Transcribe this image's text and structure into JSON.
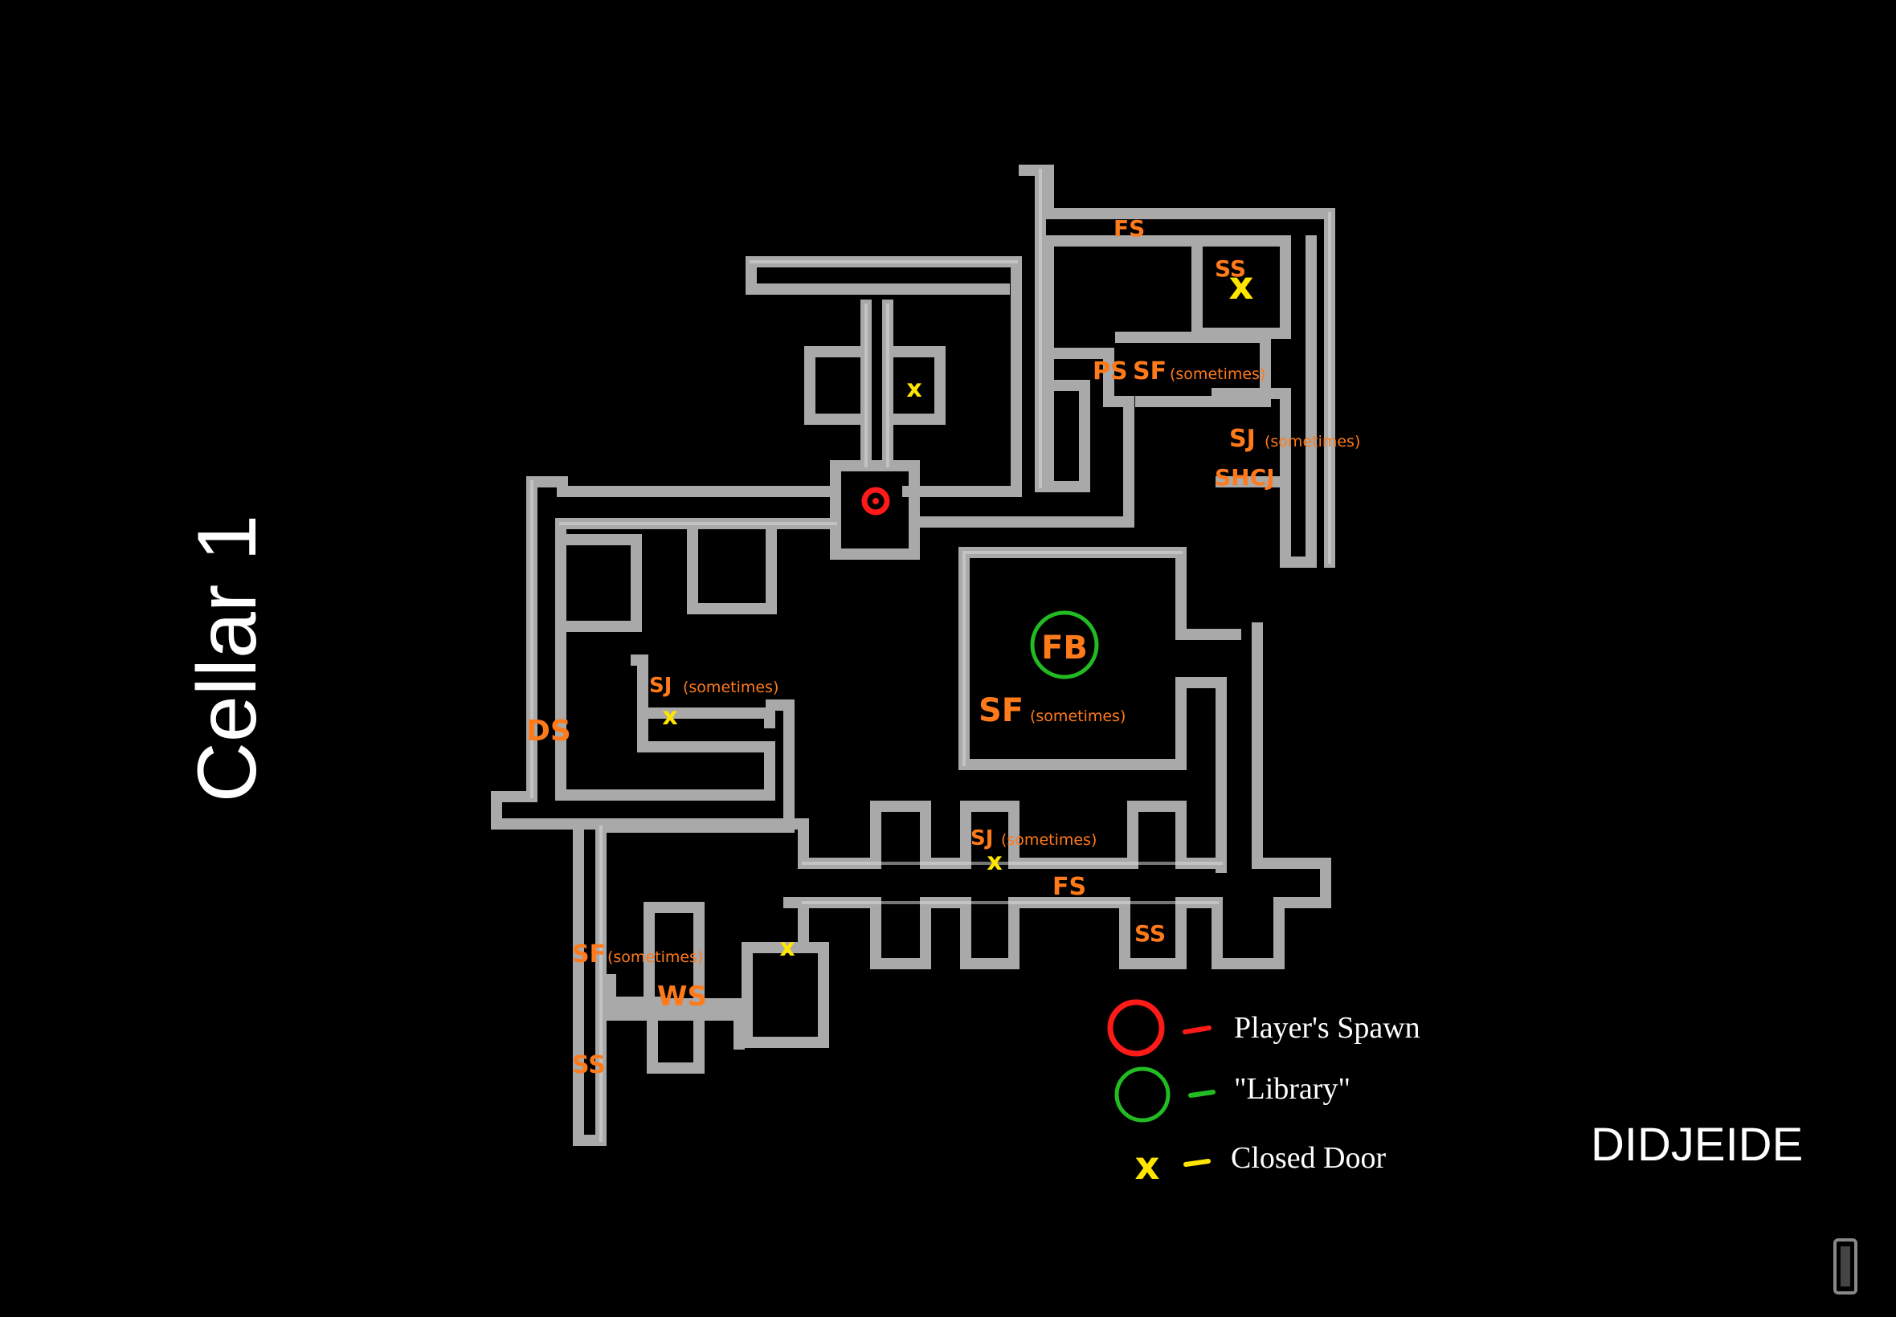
{
  "title": "Cellar 1",
  "credit": "DIDJEIDE",
  "colors": {
    "background": "#000000",
    "wall": "#a9a9a9",
    "label": "#ff7a1a",
    "spawn": "#ff1a1a",
    "library": "#22bb22",
    "closed_door": "#ffe600"
  },
  "markers": {
    "spawn_icon": "red-ring",
    "library_label": "FB",
    "closed_door_glyph": "x"
  },
  "map_labels": [
    {
      "id": "fs-top",
      "text": "FS",
      "note": ""
    },
    {
      "id": "ss-top-right",
      "text": "SS",
      "note": ""
    },
    {
      "id": "ps",
      "text": "PS",
      "note": ""
    },
    {
      "id": "sf-top",
      "text": "SF",
      "note": "(sometimes)"
    },
    {
      "id": "sj-right",
      "text": "SJ",
      "note": "(sometimes)"
    },
    {
      "id": "shcj",
      "text": "SHCJ",
      "note": ""
    },
    {
      "id": "sj-left",
      "text": "SJ",
      "note": "(sometimes)"
    },
    {
      "id": "ds",
      "text": "DS",
      "note": ""
    },
    {
      "id": "sf-library",
      "text": "SF",
      "note": "(sometimes)"
    },
    {
      "id": "sj-bottom",
      "text": "SJ",
      "note": "(sometimes)"
    },
    {
      "id": "fs-bottom",
      "text": "FS",
      "note": ""
    },
    {
      "id": "ss-bottom",
      "text": "SS",
      "note": ""
    },
    {
      "id": "sf-bottom-left",
      "text": "SF",
      "note": "(sometimes)"
    },
    {
      "id": "ws",
      "text": "WS",
      "note": ""
    },
    {
      "id": "ss-bottom-left",
      "text": "SS",
      "note": ""
    }
  ],
  "legend": [
    {
      "symbol": "red-circle",
      "dash": "red-dash",
      "label": "Player's Spawn"
    },
    {
      "symbol": "green-circle",
      "dash": "green-dash",
      "label": "\"Library\""
    },
    {
      "symbol": "yellow-x",
      "dash": "yellow-dash",
      "label": "Closed Door"
    }
  ]
}
